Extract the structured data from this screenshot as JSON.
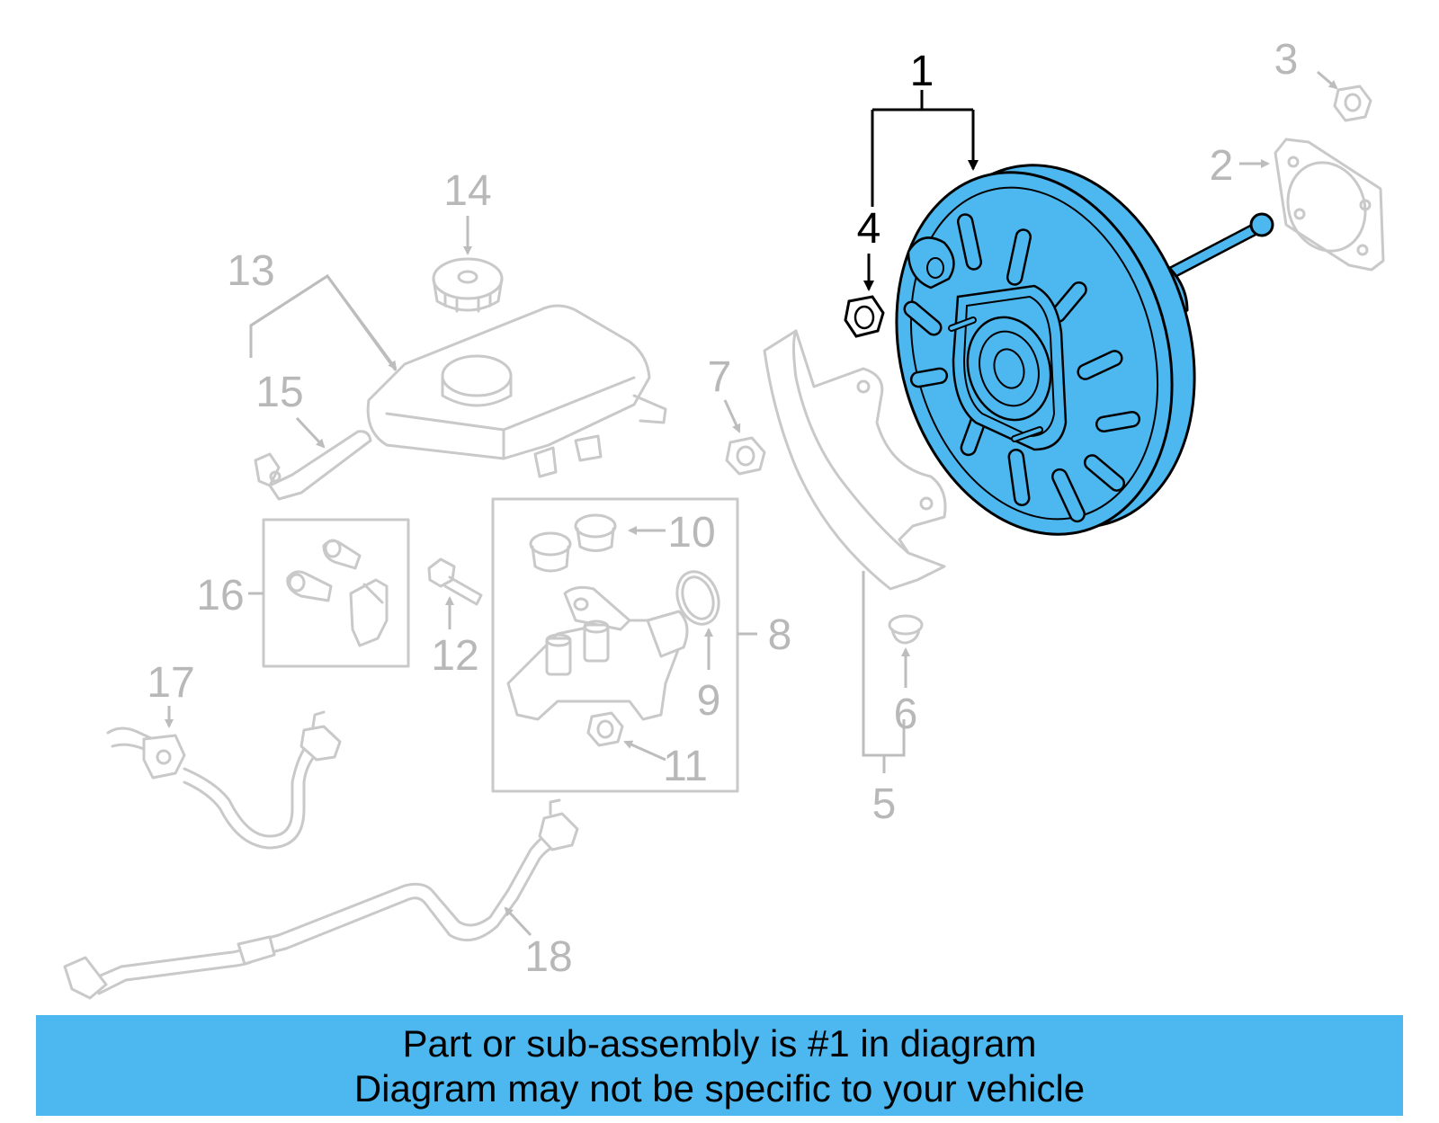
{
  "callouts": {
    "c1": "1",
    "c2": "2",
    "c3": "3",
    "c4": "4",
    "c5": "5",
    "c6": "6",
    "c7": "7",
    "c8": "8",
    "c9": "9",
    "c10": "10",
    "c11": "11",
    "c12": "12",
    "c13": "13",
    "c14": "14",
    "c15": "15",
    "c16": "16",
    "c17": "17",
    "c18": "18"
  },
  "colors": {
    "highlight_part": "#4db8ef",
    "banner": "#4db8ef",
    "inactive_line": "#c9c9c9"
  },
  "banner": {
    "line1": "Part or sub-assembly is #1 in diagram",
    "line2": "Diagram may not be specific to your vehicle"
  }
}
